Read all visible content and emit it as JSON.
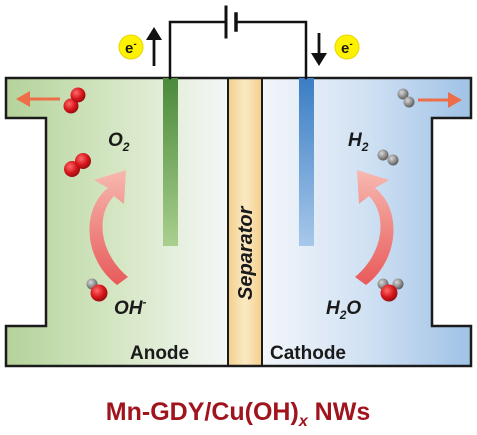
{
  "electron_label": "e",
  "electron_charge": "-",
  "species": {
    "o2": {
      "main": "O",
      "sub": "2"
    },
    "h2": {
      "main": "H",
      "sub": "2"
    },
    "oh": {
      "main": "OH",
      "sup": "-"
    },
    "h2o": {
      "main": "H",
      "sub": "2",
      "tail": "O"
    }
  },
  "compartments": {
    "anode": "Anode",
    "separator": "Separator",
    "cathode": "Cathode"
  },
  "title": {
    "main": "Mn-GDY/Cu(OH)",
    "sub": "x",
    "tail": " NWs"
  },
  "colors": {
    "anode_fill": "#b4d39a",
    "cathode_fill": "#9fc2e6",
    "separator_fill": "#f6d79a",
    "anode_electrode": "#4f8a3e",
    "cathode_electrode": "#3f7fc4",
    "oxygen_atom": "#d4141a",
    "hydrogen_atom": "#8a8a8a",
    "outlet_arrow": "#ec6f4a",
    "curved_arrow": "#ee6f6f",
    "electron_badge": "#fff200",
    "title_text": "#a0141e"
  }
}
